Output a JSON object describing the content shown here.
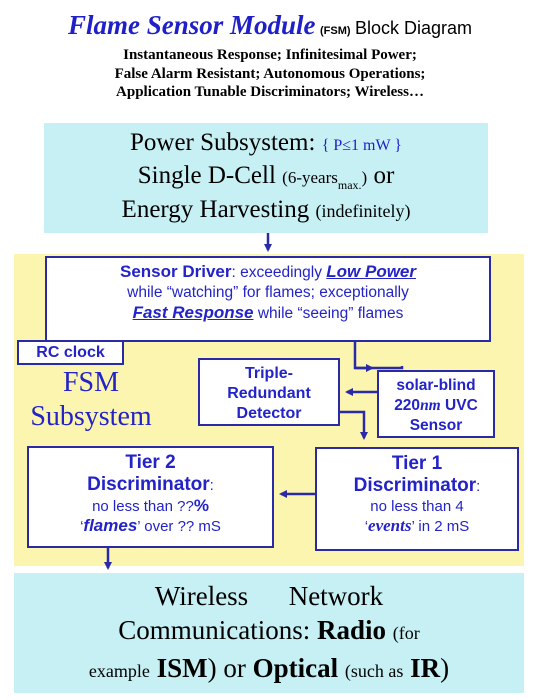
{
  "title": {
    "name": "Flame Sensor Module",
    "abbr": "(FSM)",
    "rest": "Block Diagram"
  },
  "subtitle": {
    "line1": "Instantaneous Response; Infinitesimal Power;",
    "line2": "False Alarm Resistant; Autonomous Operations;",
    "line3": "Application Tunable Discriminators; Wireless…"
  },
  "power": {
    "heading": "Power Subsystem:",
    "spec": "{ P≤1 mW }",
    "line2_a": "Single D-Cell",
    "line2_b": "(6-years",
    "line2_sub": "max.",
    "line2_c": ")",
    "line2_d": "or",
    "line3_a": "Energy Harvesting",
    "line3_b": "(indefinitely)"
  },
  "driver": {
    "title": "Sensor Driver",
    "t1": ": exceedingly ",
    "low_power": "Low Power",
    "t2": "while “watching” for flames; exceptionally",
    "fast": "Fast Response",
    "t3": " while “seeing” flames"
  },
  "rc_clock": "RC clock",
  "fsm_label": {
    "line1": "FSM",
    "line2": "Subsystem"
  },
  "detector": {
    "line1": "Triple-",
    "line2": "Redundant",
    "line3": "Detector"
  },
  "sensor": {
    "line1": "solar-blind",
    "line2_a": "220",
    "line2_b": "nm",
    "line2_c": " UVC",
    "line3": "Sensor"
  },
  "tier1": {
    "line1": "Tier 1",
    "line2": "Discriminator",
    "line2_colon": ":",
    "line3": "no less than 4",
    "line4_q1": "‘",
    "line4_ev": "events",
    "line4_q2": "’ in 2 mS"
  },
  "tier2": {
    "line1": "Tier 2",
    "line2": "Discriminator",
    "line2_colon": ":",
    "line3_a": "no less than ??",
    "line3_pct": "%",
    "line4_q1": "‘",
    "line4_ev": "flames",
    "line4_q2": "’ over ?? mS"
  },
  "wireless": {
    "line1": "Wireless      Network",
    "line2_a": "Communications:",
    "line2_b": "Radio",
    "line2_c": "(for",
    "line3_a": "example",
    "line3_b": "ISM",
    "line3_c": ") or",
    "line3_d": "Optical",
    "line3_e": "(such as",
    "line3_f": "IR",
    "line3_g": ")"
  },
  "colors": {
    "blue_text": "#2323c8",
    "box_border": "#2a2aa6",
    "cyan_box": "#c6f0f4",
    "yellow_area": "#fbf5b0"
  }
}
